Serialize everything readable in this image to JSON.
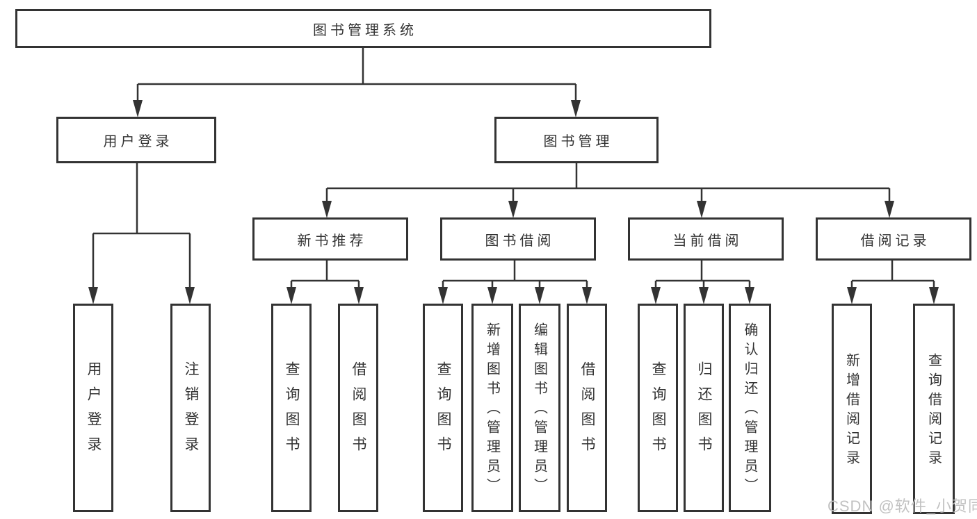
{
  "root": {
    "label": "图书管理系统"
  },
  "level2": [
    {
      "label": "用户登录",
      "leaves": [
        "用户登录",
        "注销登录"
      ]
    },
    {
      "label": "图书管理",
      "groups": [
        {
          "label": "新书推荐",
          "leaves": [
            "查询图书",
            "借阅图书"
          ]
        },
        {
          "label": "图书借阅",
          "leaves": [
            "查询图书",
            "新增图书（管理员）",
            "编辑图书（管理员）",
            "借阅图书"
          ]
        },
        {
          "label": "当前借阅",
          "leaves": [
            "查询图书",
            "归还图书",
            "确认归还（管理员）"
          ]
        },
        {
          "label": "借阅记录",
          "leaves": [
            "新增借阅记录",
            "查询借阅记录"
          ]
        }
      ]
    }
  ],
  "watermark": "CSDN @软件_小贺同学",
  "colors": {
    "line": "#333333",
    "text": "#333333",
    "watermark": "#c2c2c2",
    "background": "#ffffff"
  }
}
